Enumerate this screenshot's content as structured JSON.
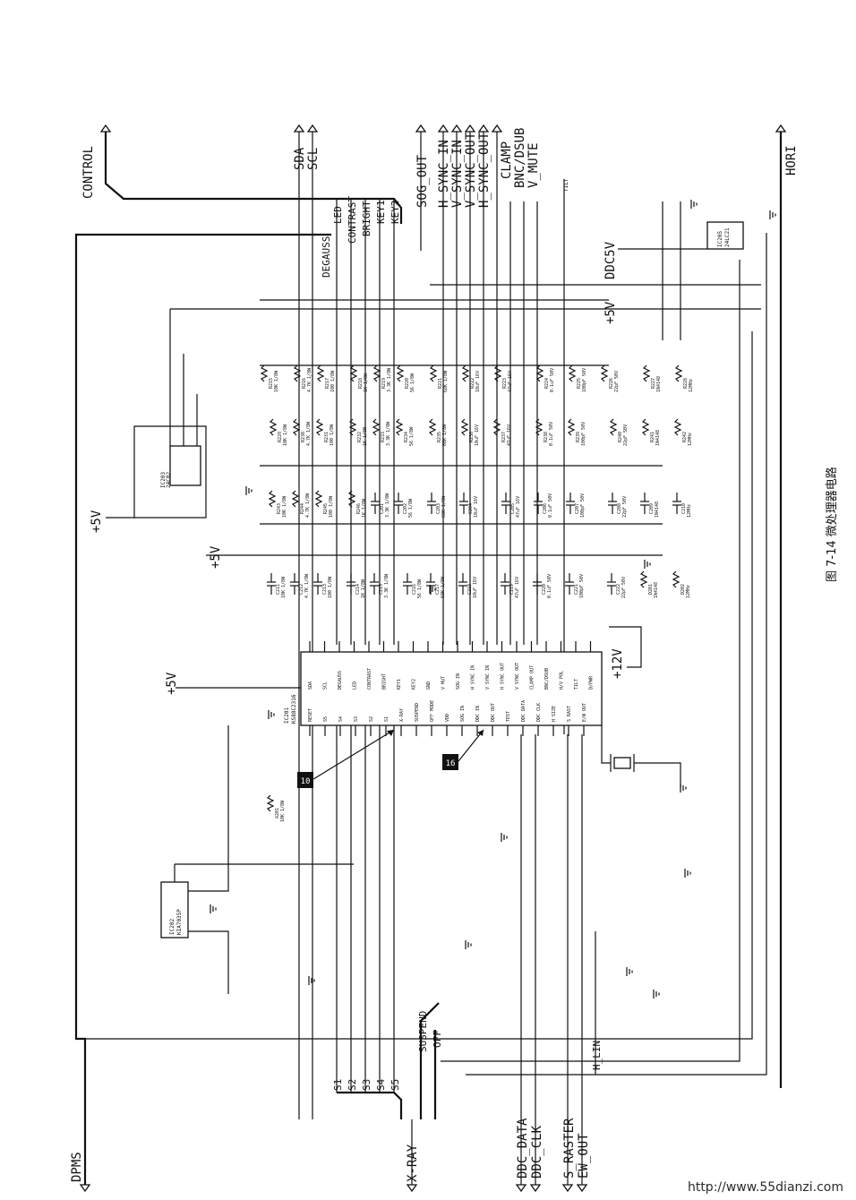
{
  "caption": "图 7-14  微处理器电路",
  "watermark": "http://www.55dianzi.com",
  "top_signals": [
    "CONTROL",
    "SDA",
    "SCL",
    "SOG_OUT",
    "H_SYNC_IN",
    "V_SYNC_IN",
    "V_SYNC_OUT",
    "H_SYNC_OUT",
    "CLAMP",
    "BNC/DSUB",
    "V_MUTE",
    "HORI"
  ],
  "bottom_signals": [
    "DPMS",
    "X-RAY",
    "DDC_DATA",
    "DDC_CLK",
    "S_RASTER",
    "EW_OUT"
  ],
  "bus_labels": [
    "LED",
    "CONTRAST",
    "BRIGHT",
    "KEY1",
    "KEY2",
    "DEGAUSS",
    "SUSPEND",
    "OFF",
    "S1",
    "S2",
    "S3",
    "S4",
    "S5",
    "H_LIN",
    "DDC5V",
    "TILT"
  ],
  "power_labels": [
    "+5V",
    "+5V",
    "+5V",
    "+12V",
    "+5V"
  ],
  "ics": {
    "main": {
      "ref": "IC201",
      "part": "KS88C2316",
      "left_pins": [
        "RESET",
        "S5",
        "S4",
        "S3",
        "S2",
        "S1",
        "X-RAY",
        "SUSPEND",
        "OFF MODE",
        "VDD",
        "SOG IN",
        "DDC IN",
        "DDC OUT",
        "TEST",
        "DDC DATA",
        "DDC CLK",
        "H SIZE",
        "S RAST",
        "E/W OUT"
      ],
      "right_pins": [
        "SDA",
        "SCL",
        "DEGAUSS",
        "LED",
        "CONTRAST",
        "BRIGHT",
        "KEY1",
        "KEY2",
        "GND",
        "V MUT",
        "SOG IN",
        "H SYNC IN",
        "V SYNC IN",
        "H SYNC OUT",
        "V SYNC OUT",
        "CLAMP OUT",
        "BNC/DSUB",
        "H/V POL",
        "TILT",
        "D/PWR"
      ]
    },
    "eeprom": {
      "ref": "IC203",
      "part": "24C02"
    },
    "reset": {
      "ref": "IC202",
      "part": "KIA7035P"
    },
    "ddc": {
      "ref": "IC205",
      "part": "24LC21"
    }
  },
  "markers": [
    "10",
    "16"
  ],
  "component_refs": [
    "R215",
    "R216",
    "R217",
    "R218",
    "R219",
    "R220",
    "R221",
    "R222",
    "R223",
    "R224",
    "R225",
    "R226",
    "R227",
    "R228",
    "R229",
    "R230",
    "R231",
    "R232",
    "R233",
    "R234",
    "R235",
    "R236",
    "R237",
    "R238",
    "R239",
    "R240",
    "R241",
    "R242",
    "R243",
    "R244",
    "R245",
    "R246",
    "C201",
    "C202",
    "C203",
    "C204",
    "C205",
    "C206",
    "C207",
    "C208",
    "C209",
    "C210",
    "C211",
    "C212",
    "C213",
    "C214",
    "C215",
    "C216",
    "C217",
    "C218",
    "C219",
    "C220",
    "C221",
    "C222",
    "D201",
    "D202",
    "X201"
  ],
  "component_values": [
    "10K 1/8W",
    "4.7K 1/8W",
    "100 1/8W",
    "1K 1/8W",
    "3.3K 1/8W",
    "56 1/8W",
    "68K 1/8W",
    "10uF 16V",
    "47uF 16V",
    "0.1uF 50V",
    "100pF 50V",
    "22pF 50V",
    "1N4148",
    "12MHz"
  ]
}
